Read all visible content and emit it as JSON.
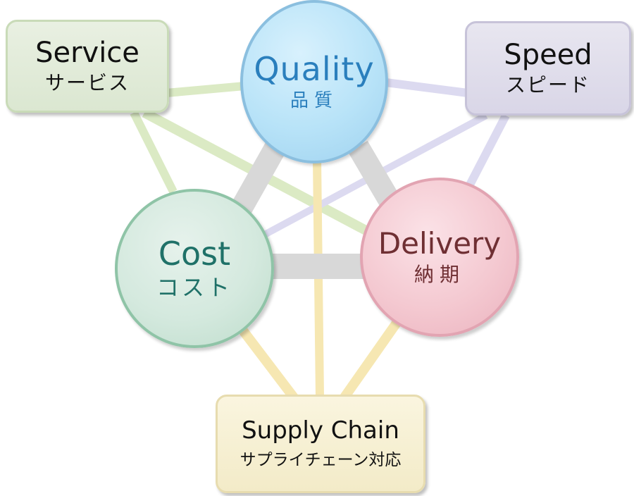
{
  "nodes": {
    "quality": {
      "label_en": "Quality",
      "label_jp": "品質"
    },
    "cost": {
      "label_en": "Cost",
      "label_jp": "コスト"
    },
    "delivery": {
      "label_en": "Delivery",
      "label_jp": "納期"
    },
    "service": {
      "label_en": "Service",
      "label_jp": "サービス"
    },
    "speed": {
      "label_en": "Speed",
      "label_jp": "スピード"
    },
    "supply": {
      "label_en": "Supply Chain",
      "label_jp": "サプライチェーン対応"
    }
  },
  "colors": {
    "core_link": "#d8d8d8",
    "service_link": "#dbeac4",
    "speed_link": "#dcdaf0",
    "supply_link": "#f6e7b2"
  }
}
